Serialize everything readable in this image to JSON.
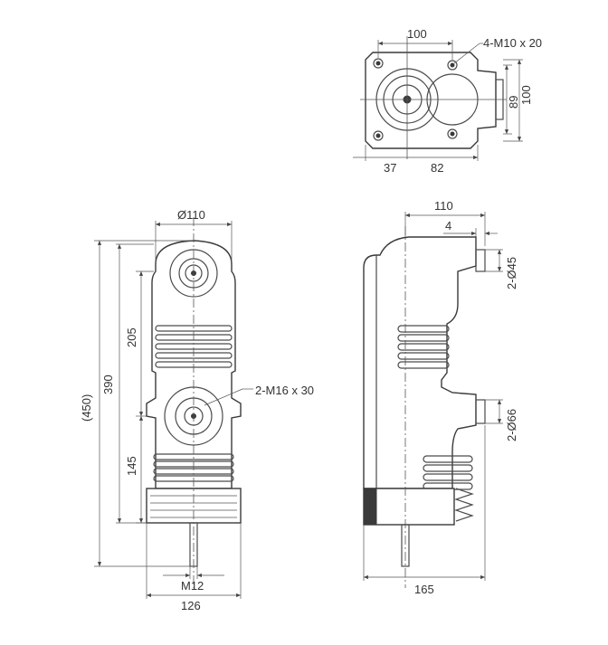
{
  "top_view": {
    "dim_width": "100",
    "dim_height_outer": "100",
    "dim_height_inner": "89",
    "dim_left": "37",
    "dim_right": "82",
    "callout": "4-M10   x 20"
  },
  "front_view": {
    "dim_top_diameter": "Ø110",
    "dim_overall": "(450)",
    "dim_body": "390",
    "dim_upper": "205",
    "dim_lower": "145",
    "dim_thread": "M12",
    "dim_base_width": "126",
    "callout": "2-M16   x 30"
  },
  "side_view": {
    "dim_top": "110",
    "dim_offset": "4",
    "dim_bore_upper": "2-Ø45",
    "dim_bore_lower": "2-Ø66",
    "dim_base": "165"
  },
  "colors": {
    "line": "#3a3a3a",
    "background": "#ffffff"
  }
}
